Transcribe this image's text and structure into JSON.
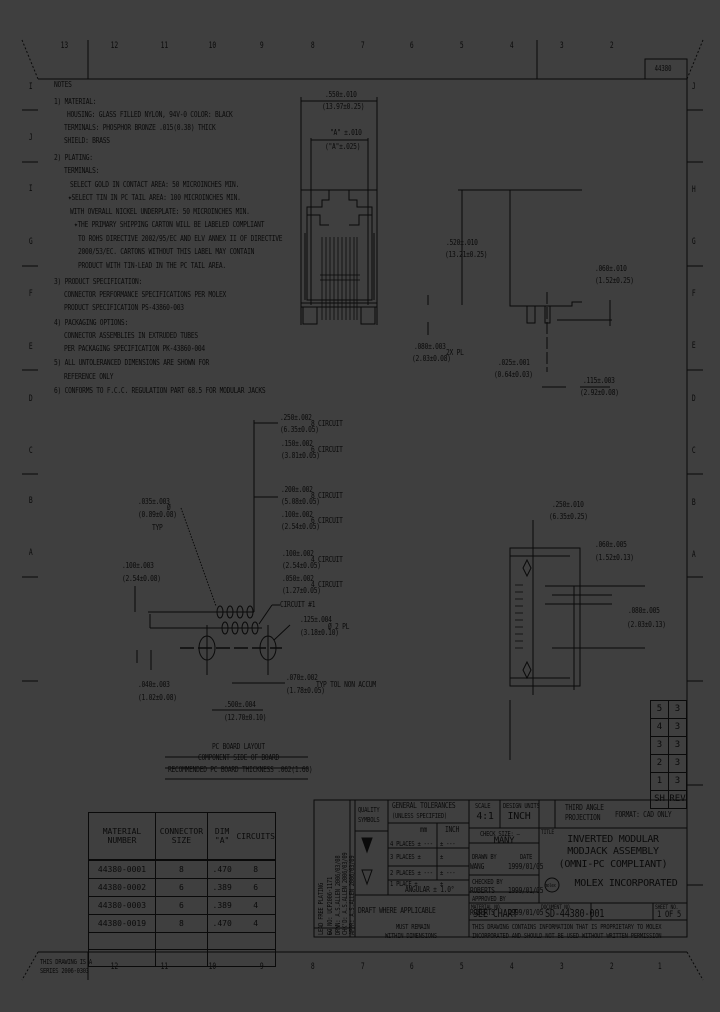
{
  "drawing": {
    "doc_number_tab": "44380",
    "zones_top": [
      "13",
      "12",
      "11",
      "10",
      "9",
      "8",
      "7",
      "6",
      "5",
      "4",
      "3",
      "2"
    ],
    "zones_bottom": [
      "12",
      "11",
      "10",
      "9",
      "8",
      "7",
      "6",
      "5",
      "4",
      "3",
      "2",
      "1"
    ],
    "zones_left": [
      "I",
      "J",
      "I",
      "G",
      "F",
      "E",
      "D",
      "C",
      "B",
      "A"
    ],
    "zones_right": [
      "J",
      "H",
      "G",
      "F",
      "E",
      "D",
      "C",
      "B",
      "A"
    ],
    "stamp": {
      "line1": "THIS DRAWING IS A",
      "line2": "SERIES 2006-0303"
    }
  },
  "notes": {
    "title": "NOTES",
    "lines": [
      "1) MATERIAL:",
      "HOUSING: GLASS FILLED NYLON, 94V-0 COLOR: BLACK",
      "TERMINALS: PHOSPHOR BRONZE .015(0.38) THICK",
      "SHIELD: BRASS",
      "2) PLATING:",
      "TERMINALS:",
      "SELECT GOLD IN CONTACT AREA: 50 MICROINCHES MIN.",
      "✦SELECT TIN IN PC TAIL AREA: 100 MICROINCHES MIN.",
      "WITH OVERALL NICKEL UNDERPLATE: 50 MICROINCHES MIN.",
      "✦THE PRIMARY SHIPPING CARTON WILL BE LABELED COMPLIANT",
      "TO ROHS DIRECTIVE 2002/95/EC AND ELV ANNEX II OF DIRECTIVE",
      "2000/53/EC. CARTONS WITHOUT THIS LABEL MAY CONTAIN",
      "PRODUCT WITH TIN-LEAD IN THE PC TAIL AREA.",
      "3) PRODUCT SPECIFICATION:",
      "CONNECTOR PERFORMANCE SPECIFICATIONS PER MOLEX",
      "PRODUCT SPECIFICATION PS-43860-003",
      "4) PACKAGING OPTIONS:",
      "CONNECTOR ASSEMBLIES IN EXTRUDED TUBES",
      "PER PACKAGING SPECIFICATION PK-43860-004",
      "5) ALL UNTOLERANCED DIMENSIONS ARE SHOWN FOR",
      "REFERENCE ONLY",
      "6) CONFORMS TO F.C.C. REGULATION PART 68.5 FOR MODULAR JACKS"
    ]
  },
  "dimensions": {
    "front_width": {
      "top": ".550±.010",
      "bottom": "(13.97±0.25)"
    },
    "front_inner": {
      "top": "\"A\" ±.010",
      "bottom": "(\"A\"±.025)"
    },
    "side_height": {
      "top": ".520±.010",
      "bottom": "(13.21±0.25)"
    },
    "post_width": {
      "top": ".080±.003",
      "bottom": "(2.03±0.08)",
      "note": "2X PL"
    },
    "tail_len": {
      "top": ".060±.010",
      "bottom": "(1.52±0.25)"
    },
    "tail_pitch": {
      "top": ".025±.001",
      "bottom": "(0.64±0.03)"
    },
    "tail_offset": {
      "top": ".115±.003",
      "bottom": "(2.92±0.08)"
    },
    "pcb": [
      {
        "top": ".250±.002",
        "bottom": "(6.35±0.05)",
        "label": "8 CIRCUIT"
      },
      {
        "top": ".150±.002",
        "bottom": "(3.81±0.05)",
        "label": "6 CIRCUIT"
      },
      {
        "top": ".200±.002",
        "bottom": "(5.08±0.05)",
        "label": "8 CIRCUIT"
      },
      {
        "top": ".100±.002",
        "bottom": "(2.54±0.05)",
        "label": "6 CIRCUIT"
      },
      {
        "top": ".100±.002",
        "bottom": "(2.54±0.05)",
        "label": "4 CIRCUIT"
      },
      {
        "top": ".050±.002",
        "bottom": "(1.27±0.05)",
        "label": "4 CIRCUIT"
      }
    ],
    "hole_small": {
      "top": ".035±.003",
      "bottom": "(0.89±0.08)",
      "note": "Ø",
      "qty": "TYP"
    },
    "row_offset": {
      "top": ".100±.003",
      "bottom": "(2.54±0.08)"
    },
    "circuit_label": "CIRCUIT #1",
    "hole_large": {
      "top": ".125±.004",
      "bottom": "(3.18±0.10)",
      "note": "Ø 2 PL"
    },
    "hole_offset": {
      "top": ".040±.003",
      "bottom": "(1.02±0.08)"
    },
    "post_pitch": {
      "top": ".070±.002",
      "bottom": "(1.78±0.05)",
      "note": "TYP TOL NON ACCUM"
    },
    "post_span": {
      "top": ".500±.004",
      "bottom": "(12.70±0.10)"
    },
    "bottom_w": {
      "top": ".250±.010",
      "bottom": "(6.35±0.25)"
    },
    "bottom_d": {
      "top": ".060±.005",
      "bottom": "(1.52±0.13)"
    },
    "bottom_p": {
      "top": ".080±.005",
      "bottom": "(2.03±0.13)"
    }
  },
  "pcb_layout": {
    "title": "PC BOARD LAYOUT",
    "subtitle": "COMPONENT SIDE OF BOARD",
    "thickness": "RECOMMENDED PC BOARD THICKNESS .062(1.60)"
  },
  "material_table": {
    "headers": [
      "MATERIAL NUMBER",
      "CONNECTOR SIZE",
      "DIM \"A\"",
      "CIRCUITS"
    ],
    "rows": [
      [
        "44380-0001",
        "8",
        ".470",
        "8"
      ],
      [
        "44380-0002",
        "6",
        ".389",
        "6"
      ],
      [
        "44380-0003",
        "6",
        ".389",
        "4"
      ],
      [
        "44380-0019",
        "8",
        ".470",
        "4"
      ],
      [
        "",
        "",
        "",
        ""
      ],
      [
        "",
        "",
        "",
        ""
      ]
    ]
  },
  "revision_table": {
    "rows": [
      [
        "5",
        "3"
      ],
      [
        "4",
        "3"
      ],
      [
        "3",
        "3"
      ],
      [
        "2",
        "3"
      ],
      [
        "1",
        "3"
      ]
    ],
    "footer": [
      "SH",
      "REV"
    ]
  },
  "title_block": {
    "lead_free": "LEAD FREE PLATING",
    "ec_no": "EC NO: UCP2006-1171",
    "drwn": "DRWN: A.S.ALLEN 2006/03/08",
    "chkd": "CHK'D: A.S.ALLEN 2006/03/09",
    "appr": "APPR: A.S.ALLEN 2006/03/09",
    "rev_letter": "3",
    "quality": "QUALITY SYMBOLS",
    "gen_tol": "GENERAL TOLERANCES",
    "gen_tol_sub": "(UNLESS SPECIFIED)",
    "mm": "mm",
    "inch": "INCH",
    "tol_rows": [
      [
        "4 PLACES ± ---",
        "± ---"
      ],
      [
        "3 PLACES ±",
        "±"
      ],
      [
        "2 PLACES ± ---",
        "± ---"
      ],
      [
        "1 PLACE ±",
        "±"
      ]
    ],
    "angular": "ANGULAR ± 1.0°",
    "draft": "DRAFT WHERE APPLICABLE",
    "must_remain": "MUST REMAIN",
    "within_dims": "WITHIN DIMENSIONS",
    "scale_label": "SCALE",
    "scale": "4:1",
    "design_units_label": "DESIGN UNITS",
    "design_units": "INCH",
    "check_size": "CHECK SIZE: —",
    "many": "MANY",
    "drawn_by_label": "DRAWN BY",
    "drawn_by": "WANG",
    "drawn_date": "1999/01/05",
    "checked_by_label": "CHECKED BY",
    "checked_by": "ROBERTS",
    "checked_date": "1999/01/05",
    "approved_by_label": "APPROVED BY",
    "approved_by": "ROBERTS",
    "approved_date": "1999/01/05",
    "date_label": "DATE",
    "projection": "THIRD ANGLE PROJECTION",
    "format": "FORMAT: CAD ONLY",
    "title_label": "TITLE",
    "title1": "INVERTED MODULAR",
    "title2": "MODJACK ASSEMBLY",
    "title3": "(OMNI-PC COMPLIANT)",
    "company": "MOLEX INCORPORATED",
    "logo": "molex",
    "material_no_label": "MATERIAL NO.",
    "material_no": "SEE CHART",
    "document_no_label": "DOCUMENT NO.",
    "document_no": "SD-44380-001",
    "sheet_label": "SHEET NO.",
    "sheet": "1 OF 5",
    "proprietary1": "THIS DRAWING CONTAINS INFORMATION THAT IS PROPRIETARY TO MOLEX",
    "proprietary2": "INCORPORATED AND SHOULD NOT BE USED WITHOUT WRITTEN PERMISSION"
  }
}
